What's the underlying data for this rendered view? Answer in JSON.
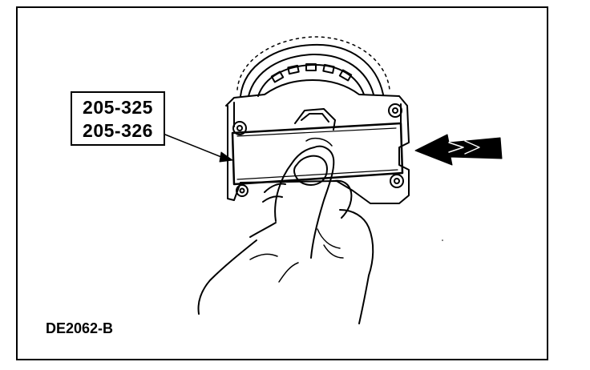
{
  "figure": {
    "id": "DE2062-B",
    "tool_numbers": [
      "205-325",
      "205-326"
    ]
  },
  "colors": {
    "line": "#000000",
    "background": "#ffffff"
  }
}
